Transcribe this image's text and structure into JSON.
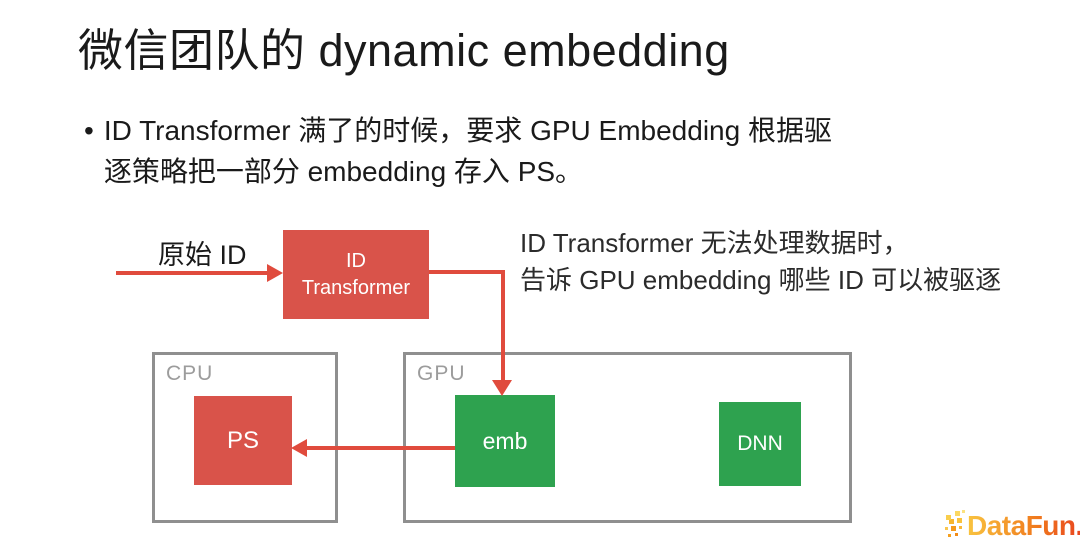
{
  "colors": {
    "red": "#D9534A",
    "green": "#2EA24F",
    "arrow_red": "#E04B3D",
    "box_border_gray": "#8F8F8F",
    "label_gray": "#9C9C9C",
    "text_black": "#1A1A1A",
    "logo_yellow": "#F9C440",
    "logo_orange": "#F07A1D",
    "logo_red": "#E8431F"
  },
  "slide": {
    "title": "微信团队的 dynamic embedding",
    "bullet": {
      "marker": "•",
      "line1": "ID Transformer 满了的时候，要求 GPU Embedding 根据驱",
      "line2": "逐策略把一部分 embedding 存入 PS。"
    }
  },
  "diagram": {
    "input_label": "原始 ID",
    "id_transformer": {
      "line1": "ID",
      "line2": "Transformer"
    },
    "annotation": {
      "line1": "ID Transformer 无法处理数据时，",
      "line2": "告诉 GPU embedding 哪些 ID 可以被驱逐"
    },
    "cpu": {
      "label": "CPU",
      "ps": "PS"
    },
    "gpu": {
      "label": "GPU",
      "emb": "emb",
      "dnn": "DNN"
    }
  },
  "logo": {
    "text": "DataFun."
  }
}
